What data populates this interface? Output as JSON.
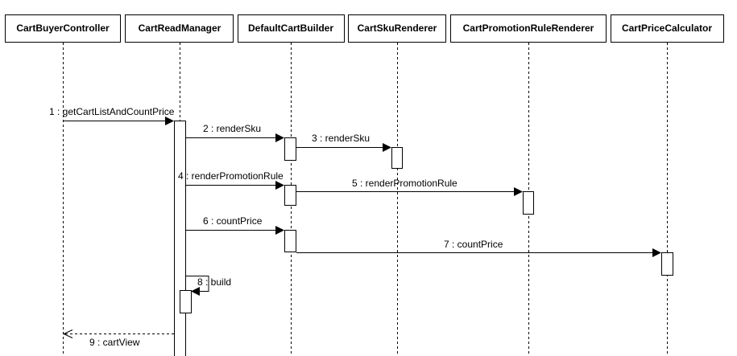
{
  "participants": [
    {
      "id": "p0",
      "name": "CartBuyerController"
    },
    {
      "id": "p1",
      "name": "CartReadManager"
    },
    {
      "id": "p2",
      "name": "DefaultCartBuilder"
    },
    {
      "id": "p3",
      "name": "CartSkuRenderer"
    },
    {
      "id": "p4",
      "name": "CartPromotionRuleRenderer"
    },
    {
      "id": "p5",
      "name": "CartPriceCalculator"
    }
  ],
  "messages": [
    {
      "label": "1 : getCartListAndCountPrice",
      "from": 0,
      "to": 1,
      "kind": "sync"
    },
    {
      "label": "2 : renderSku",
      "from": 1,
      "to": 2,
      "kind": "sync"
    },
    {
      "label": "3 : renderSku",
      "from": 2,
      "to": 3,
      "kind": "sync"
    },
    {
      "label": "4 : renderPromotionRule",
      "from": 1,
      "to": 2,
      "kind": "sync"
    },
    {
      "label": "5 : renderPromotionRule",
      "from": 2,
      "to": 4,
      "kind": "sync"
    },
    {
      "label": "6 : countPrice",
      "from": 1,
      "to": 2,
      "kind": "sync"
    },
    {
      "label": "7 : countPrice",
      "from": 2,
      "to": 5,
      "kind": "sync"
    },
    {
      "label": "8 : build",
      "from": 1,
      "to": 1,
      "kind": "self"
    },
    {
      "label": "9 : cartView",
      "from": 1,
      "to": 0,
      "kind": "return"
    }
  ]
}
